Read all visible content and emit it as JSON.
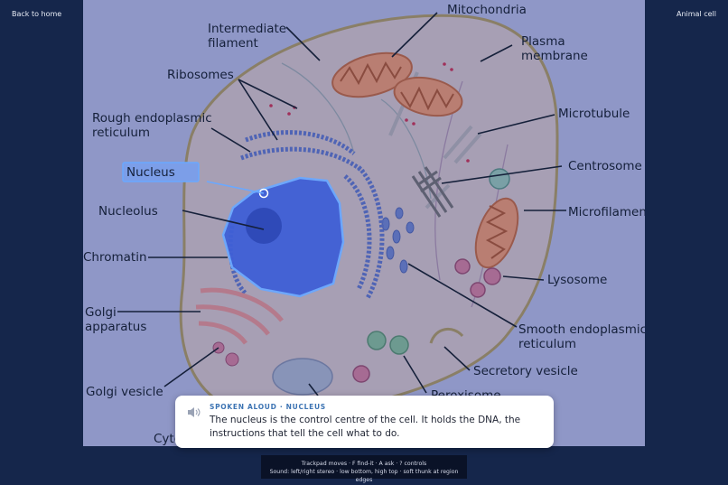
{
  "header": {
    "back_label": "Back to home",
    "title": "Animal cell"
  },
  "diagram": {
    "labels": {
      "intermediate_filament": [
        "Intermediate",
        "filament"
      ],
      "mitochondria": "Mitochondria",
      "plasma_membrane": [
        "Plasma",
        "membrane"
      ],
      "ribosomes": "Ribosomes",
      "rough_er": [
        "Rough endoplasmic",
        "reticulum"
      ],
      "microtubule": "Microtubule",
      "nucleus": "Nucleus",
      "centrosome": "Centrosome",
      "nucleolus": "Nucleolus",
      "microfilament": "Microfilament",
      "chromatin": "Chromatin",
      "lysosome": "Lysosome",
      "golgi_apparatus": [
        "Golgi",
        "apparatus"
      ],
      "smooth_er": [
        "Smooth endoplasmic",
        "reticulum"
      ],
      "secretory_vesicle": "Secretory vesicle",
      "golgi_vesicle": "Golgi vesicle",
      "peroxisome": "Peroxisome",
      "cytoplasm": "Cyto"
    }
  },
  "speech": {
    "heading": "SPOKEN ALOUD · NUCLEUS",
    "text": "The nucleus is the control centre of the cell. It holds the DNA, the instructions that tell the cell what to do."
  },
  "hint": {
    "line1": "Trackpad moves · F find-it · A ask · ? controls",
    "line2": "Sound: left/right stereo · low bottom, high top · soft thunk at region edges"
  },
  "colors": {
    "background": "#15264b",
    "diagram_tint": "#8f97c7",
    "nucleus_highlight": "#3f5fd6",
    "accent": "#3d74b3"
  },
  "icons": {
    "speaker": "speaker-icon"
  }
}
